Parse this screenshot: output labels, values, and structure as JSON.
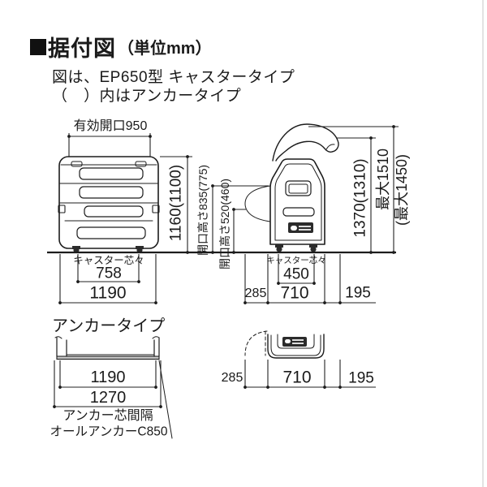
{
  "colors": {
    "line": "#1c1c1c",
    "text": "#1a1a1a",
    "badge": "#2b2b2b",
    "ground_band": "#c9c9c9"
  },
  "header": {
    "title": "据付図",
    "unit_note": "（単位mm）",
    "caption_line1": "図は、EP650型 キャスタータイプ",
    "caption_line2": "（　）内はアンカータイプ"
  },
  "caster_diagram": {
    "front": {
      "effective_opening": "有効開口950",
      "overall_height": "1160(1100)",
      "opening_height_upper": "開口高さ835(775)",
      "opening_height_lower": "開口高さ520(460)",
      "caster_pitch_label": "キャスター芯々",
      "caster_pitch": "758",
      "overall_width": "1190"
    },
    "side": {
      "open_lid_height": "1370(1310)",
      "max_height": "最大1510",
      "max_height_anchor": "(最大1450)",
      "caster_pitch_label": "キャスター芯々",
      "caster_pitch": "450",
      "front_clearance": "285",
      "depth": "710",
      "rear_clearance": "195"
    }
  },
  "anchor_diagram": {
    "label": "アンカータイプ",
    "front": {
      "width_inner": "1190",
      "width_outer": "1270",
      "note_line1": "アンカー芯間隔",
      "note_line2": "オールアンカーC850"
    },
    "side": {
      "front_clearance": "285",
      "depth": "710",
      "rear_clearance": "195"
    }
  }
}
